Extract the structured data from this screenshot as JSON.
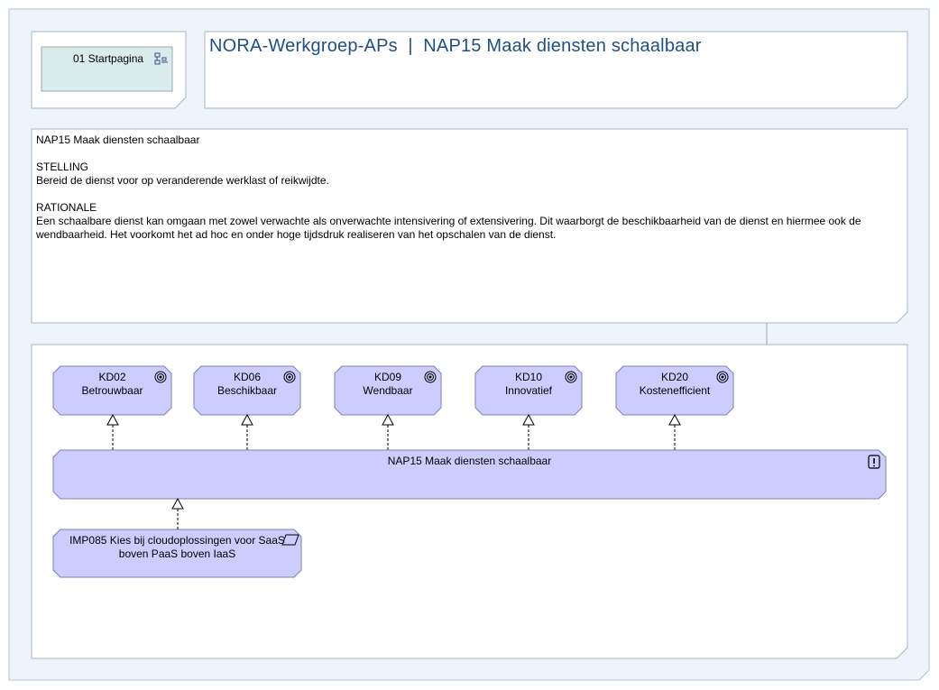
{
  "navigation": {
    "button_label": "01 Startpagina",
    "icon": "navigation-view-icon"
  },
  "header": {
    "title": "NORA-Werkgroep-APs  |  NAP15 Maak diensten schaalbaar"
  },
  "description": {
    "heading": "NAP15 Maak diensten schaalbaar",
    "stelling_label": "STELLING",
    "stelling_text": "Bereid de dienst voor op veranderende werklast of reikwijdte.",
    "rationale_label": "RATIONALE",
    "rationale_line1": "Een schaalbare dienst kan omgaan met zowel verwachte als onverwachte intensivering of extensivering. Dit waarborgt de beschikbaarheid van de dienst en hiermee ook de",
    "rationale_line2": "wendbaarheid. Het voorkomt het ad hoc en onder hoge tijdsdruk realiseren van het opschalen van de dienst."
  },
  "diagram": {
    "goals": [
      {
        "code": "KD02",
        "name": "Betrouwbaar",
        "icon": "goal-icon"
      },
      {
        "code": "KD06",
        "name": "Beschikbaar",
        "icon": "goal-icon"
      },
      {
        "code": "KD09",
        "name": "Wendbaar",
        "icon": "goal-icon"
      },
      {
        "code": "KD10",
        "name": "Innovatief",
        "icon": "goal-icon"
      },
      {
        "code": "KD20",
        "name": "Kostenefficient",
        "icon": "goal-icon"
      }
    ],
    "principle": {
      "name": "NAP15 Maak diensten schaalbaar",
      "icon": "principle-icon"
    },
    "implication": {
      "line1": "IMP085 Kies bij cloudoplossingen voor SaaS",
      "line2": "boven PaaS boven IaaS",
      "icon": "requirement-icon"
    },
    "colors": {
      "element_fill": "#ccccff",
      "element_stroke": "#7f7fb2",
      "title_color": "#1f4f8b",
      "outer_fill": "#eef4fb",
      "nav_fill": "#d9ebeb"
    }
  }
}
